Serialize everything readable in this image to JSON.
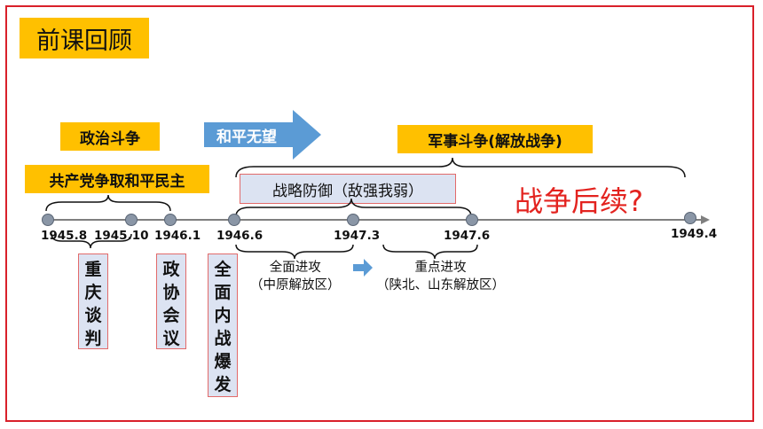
{
  "title": "前课回顾",
  "labels": {
    "politics": "政治斗争",
    "gcd": "共产党争取和平民主",
    "peace_hopeless": "和平无望",
    "military": "军事斗争(解放战争)",
    "strategic_defense": "战略防御（敌强我弱）",
    "followup": "战争后续?"
  },
  "timeline": [
    "1945.8",
    "1945.10",
    "1946.1",
    "1946.6",
    "1947.3",
    "1947.6",
    "1949.4"
  ],
  "events": {
    "chongqing": "重庆谈判",
    "pcc": "政协会议",
    "civil_war": "全面内战爆发"
  },
  "phases": {
    "full_attack_1": "全面进攻",
    "full_attack_2": "（中原解放区）",
    "key_attack_1": "重点进攻",
    "key_attack_2": "（陕北、山东解放区）"
  },
  "colors": {
    "border": "#d9202a",
    "highlight": "#ffc000",
    "arrow": "#5b9bd5",
    "box": "#dce3f2",
    "followup": "#e3231f"
  }
}
